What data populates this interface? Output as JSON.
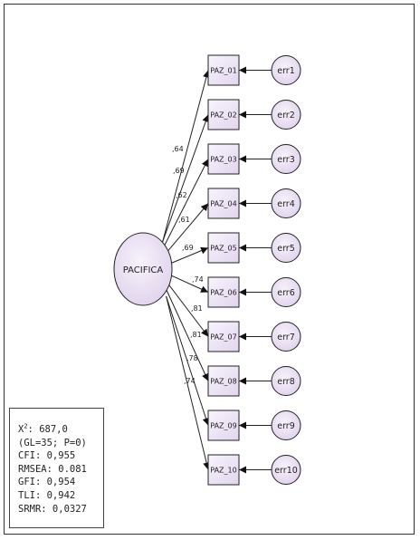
{
  "latent": {
    "label": "PACIFICA"
  },
  "items": [
    {
      "indicator": "PAZ_01",
      "loading": ",64",
      "error": "err1"
    },
    {
      "indicator": "PAZ_02",
      "loading": ",69",
      "error": "err2"
    },
    {
      "indicator": "PAZ_03",
      "loading": ",62",
      "error": "err3"
    },
    {
      "indicator": "PAZ_04",
      "loading": ",61",
      "error": "err4"
    },
    {
      "indicator": "PAZ_05",
      "loading": ",69",
      "error": "err5"
    },
    {
      "indicator": "PAZ_06",
      "loading": ",74",
      "error": "err6"
    },
    {
      "indicator": "PAZ_07",
      "loading": ",81",
      "error": "err7"
    },
    {
      "indicator": "PAZ_08",
      "loading": ",81",
      "error": "err8"
    },
    {
      "indicator": "PAZ_09",
      "loading": ",78",
      "error": "err9"
    },
    {
      "indicator": "PAZ_10",
      "loading": ",74",
      "error": "err10"
    }
  ],
  "fit": {
    "chi_symbol": "X",
    "chi_sup": "2",
    "chi_value": ": 687,0",
    "gl_p": "(GL=35; P=0)",
    "cfi": "CFI: 0,955",
    "rmsea": "RMSEA: 0.081",
    "gfi": "GFI: 0,954",
    "tli": "TLI: 0,942",
    "srmr": "SRMR: 0,0327"
  },
  "colors": {
    "node_fill_light": "#f6f1fb",
    "node_fill_dark": "#e3d6ee",
    "stroke": "#222222"
  }
}
